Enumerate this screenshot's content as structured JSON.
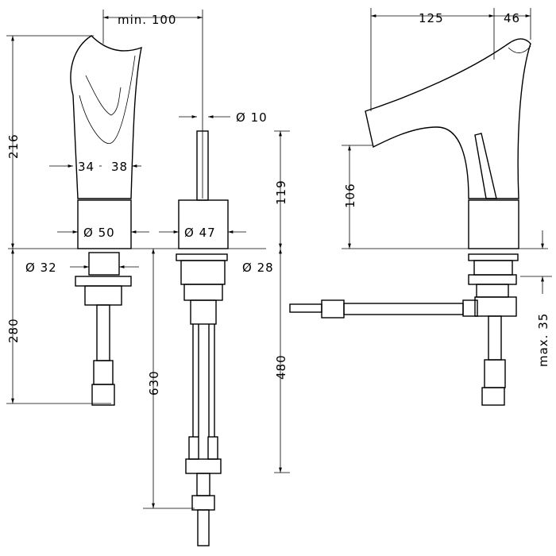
{
  "dimensions": {
    "min_100": "min. 100",
    "d10": "Ø 10",
    "w125": "125",
    "w46": "46",
    "h216": "216",
    "w34": "34",
    "w38": "38",
    "h119": "119",
    "h106": "106",
    "d50": "Ø 50",
    "d47": "Ø 47",
    "d32": "Ø 32",
    "d28": "Ø 28",
    "h280": "280",
    "h630": "630",
    "h480": "480",
    "max35": "max. 35"
  }
}
